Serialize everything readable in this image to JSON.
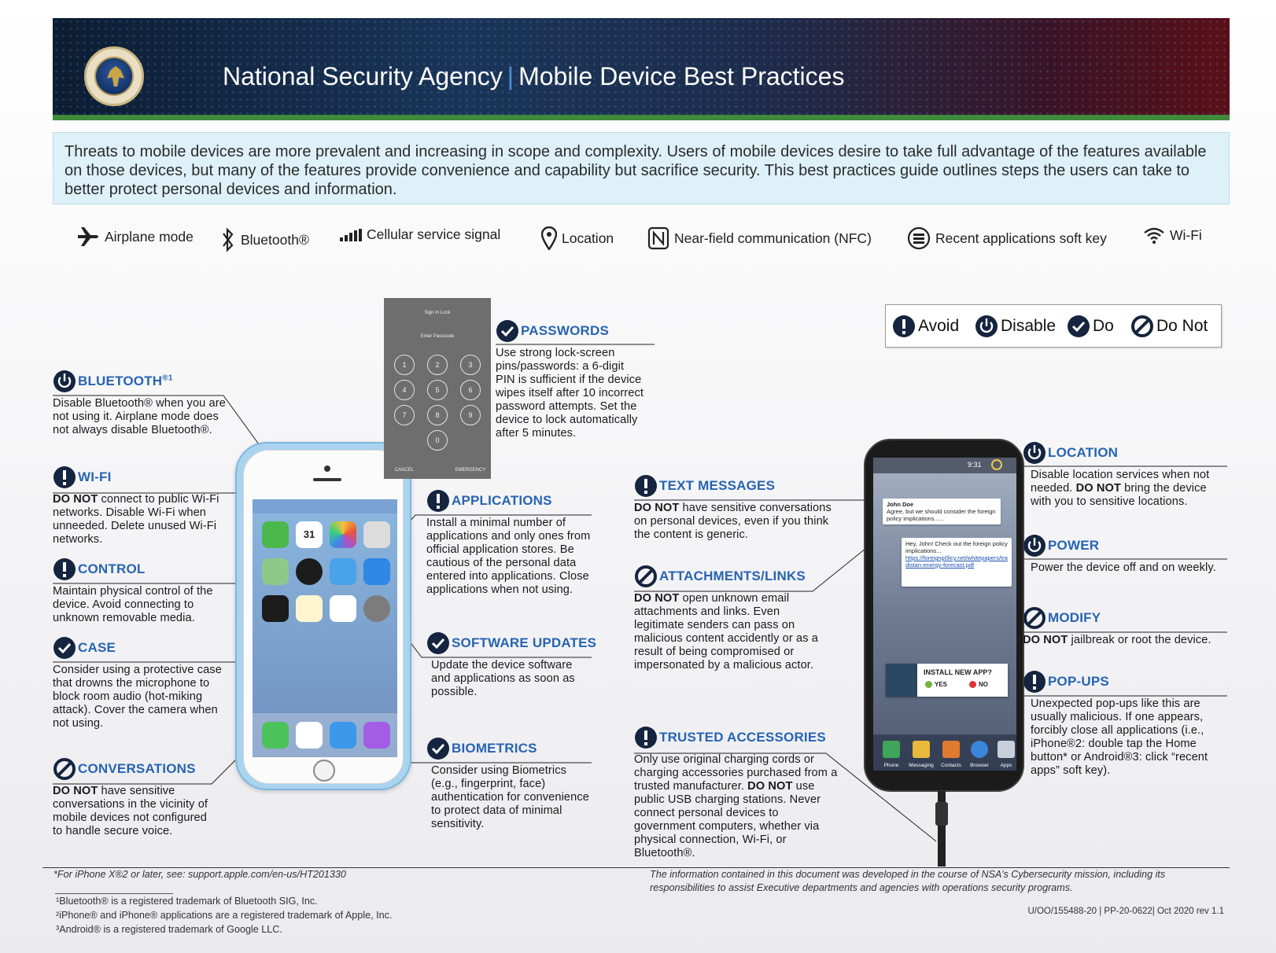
{
  "header": {
    "org": "National Security Agency",
    "separator": "|",
    "title": "Mobile Device Best Practices"
  },
  "intro": "Threats to mobile devices are more prevalent and increasing in scope and complexity. Users of mobile devices desire to take full advantage of the features available on those devices, but many of the features provide convenience and capability but sacrifice security. This best practices guide outlines steps the users can take to better protect personal devices and information.",
  "icon_legend": [
    {
      "icon": "airplane-icon",
      "label": "Airplane mode"
    },
    {
      "icon": "bluetooth-icon",
      "label": "Bluetooth®"
    },
    {
      "icon": "cellular-signal-icon",
      "label": "Cellular service signal"
    },
    {
      "icon": "location-pin-icon",
      "label": "Location"
    },
    {
      "icon": "nfc-icon",
      "label": "Near-field communication (NFC)"
    },
    {
      "icon": "recent-apps-icon",
      "label": "Recent applications soft key"
    },
    {
      "icon": "wifi-icon",
      "label": "Wi-Fi"
    }
  ],
  "key": {
    "avoid": "Avoid",
    "disable": "Disable",
    "do": "Do",
    "do_not": "Do Not"
  },
  "sections": {
    "bluetooth": {
      "title": "BLUETOOTH",
      "sup": "®1",
      "body": "Disable Bluetooth® when you are not using it. Airplane mode does not always disable Bluetooth®."
    },
    "wifi": {
      "title": "WI-FI",
      "bold": "DO NOT",
      "body": " connect to public Wi-Fi networks. Disable Wi-Fi when unneeded. Delete unused Wi-Fi networks."
    },
    "control": {
      "title": "CONTROL",
      "body": "Maintain physical control of the device. Avoid connecting to unknown removable media."
    },
    "case": {
      "title": "CASE",
      "body": "Consider using a protective case that drowns the microphone to block room audio (hot-miking attack). Cover the camera when not using."
    },
    "conversations": {
      "title": "CONVERSATIONS",
      "bold": "DO NOT",
      "body": " have sensitive conversations in the vicinity of mobile devices not configured to handle secure voice."
    },
    "passwords": {
      "title": "PASSWORDS",
      "body": "Use strong lock-screen pins/passwords: a 6-digit PIN is sufficient if the device wipes itself after 10 incorrect password attempts. Set the device to lock automatically after 5 minutes."
    },
    "applications": {
      "title": "APPLICATIONS",
      "body": "Install a minimal number of applications and only ones from official application stores. Be cautious of the personal data entered into applications. Close applications when not using."
    },
    "software_updates": {
      "title": "SOFTWARE UPDATES",
      "body": "Update the device software and applications as soon as possible."
    },
    "biometrics": {
      "title": "BIOMETRICS",
      "body": "Consider using Biometrics (e.g., fingerprint, face) authentication for convenience to protect data of minimal sensitivity."
    },
    "text_messages": {
      "title": "TEXT MESSAGES",
      "bold": "DO NOT",
      "body": " have sensitive conversations on personal devices, even if you think the content is generic."
    },
    "attachments": {
      "title": "ATTACHMENTS/LINKS",
      "bold": "DO NOT",
      "body": " open unknown email attachments and links. Even legitimate senders can pass on malicious content accidently or as a result of being compromised or impersonated by a malicious actor."
    },
    "trusted": {
      "title": "TRUSTED ACCESSORIES",
      "body1": "Only use original charging cords or charging accessories purchased from a trusted manufacturer. ",
      "bold": "DO NOT",
      "body2": " use public USB charging stations. Never connect personal devices to government computers, whether via physical connection, Wi-Fi, or Bluetooth®."
    },
    "location": {
      "title": "LOCATION",
      "body1": "Disable location services when not needed. ",
      "bold": "DO NOT",
      "body2": " bring the device with you to sensitive locations."
    },
    "power": {
      "title": "POWER",
      "body": "Power the device off and on weekly."
    },
    "modify": {
      "title": "MODIFY",
      "bold": "DO NOT",
      "body": " jailbreak or root the device."
    },
    "popups": {
      "title": "POP-UPS",
      "body": "Unexpected pop-ups like this are usually malicious. If one appears, forcibly close all applications (i.e., iPhone®2: double tap the Home button* or Android®3: click “recent apps” soft key)."
    }
  },
  "lock_screen": {
    "title": "Sign In Lock",
    "prompt": "Enter Passcode",
    "keys": [
      "1",
      "2",
      "3",
      "4",
      "5",
      "6",
      "7",
      "8",
      "9",
      "0"
    ],
    "cancel": "CANCEL",
    "emergency": "EMERGENCY"
  },
  "android": {
    "time": "9:31",
    "msg1_name": "John Doe",
    "msg1_text": "Agree, but we should consider the foreign policy implications......",
    "msg2_text": "Hey, John! Check out the foreign policy implications...",
    "msg2_link": "https://foreignp0licy.net/whitepapers/tradistan-energy-forecast.pdf",
    "popup_title": "INSTALL NEW APP?",
    "popup_yes": "YES",
    "popup_no": "NO",
    "dock": [
      "Phone",
      "Messaging",
      "Contacts",
      "Browser",
      "Apps"
    ]
  },
  "iphone": {
    "calendar_day": "31"
  },
  "footer": {
    "iphone_note": "*For iPhone X®2 or later, see: support.apple.com/en-us/HT201330",
    "fn1": "¹Bluetooth® is a registered trademark of Bluetooth SIG, Inc.",
    "fn2": "²iPhone® and iPhone® applications are a registered trademark of Apple, Inc.",
    "fn3": "³Android® is a registered trademark of Google LLC.",
    "disclaimer": "The information contained in this document was developed in the course of NSA’s Cybersecurity mission, including its responsibilities to assist Executive departments and agencies with operations security programs.",
    "doc_id": "U/OO/155488-20 | PP-20-0622| Oct 2020 rev 1.1"
  },
  "colors": {
    "accent": "#2764b2",
    "banner_green": "#3f8a3b",
    "intro_bg": "#def1f8"
  }
}
